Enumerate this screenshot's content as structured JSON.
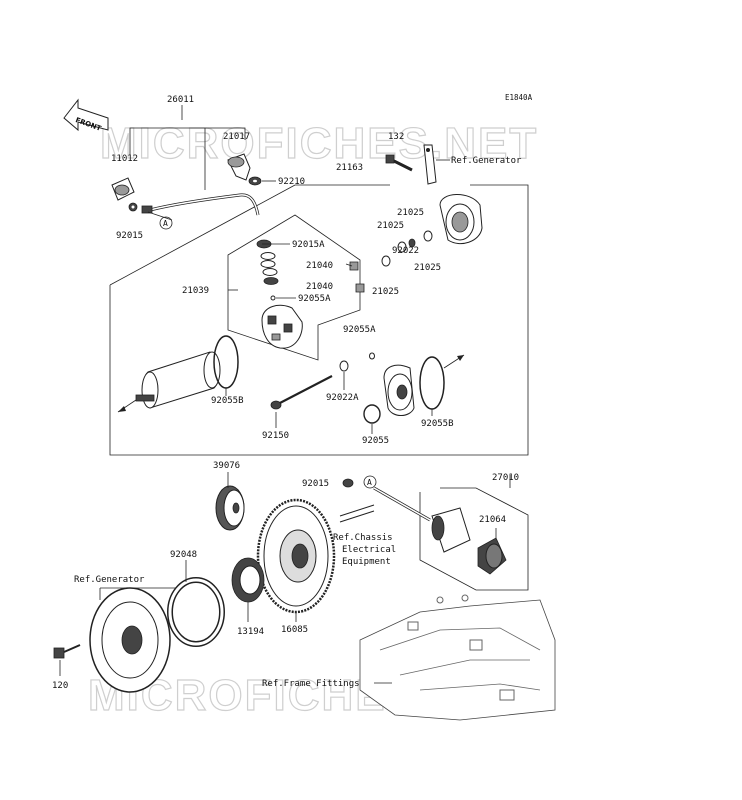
{
  "diagram_code": "E1840A",
  "front_marker": "FRONT",
  "watermark_top": "MICROFICHES.NET",
  "watermark_bottom": "MICROFICHES.NET",
  "parts": {
    "p26011": "26011",
    "p21017": "21017",
    "p11012": "11012",
    "p92210": "92210",
    "p92015_top": "92015",
    "p21163": "21163",
    "p132": "132",
    "p21025_a": "21025",
    "p21025_b": "21025",
    "p21025_c": "21025",
    "p21025_d": "21025",
    "p92022": "92022",
    "p92015A": "92015A",
    "p21040_a": "21040",
    "p21040_b": "21040",
    "p21039": "21039",
    "p92055A_a": "92055A",
    "p92055A_b": "92055A",
    "p92055B_a": "92055B",
    "p92055B_b": "92055B",
    "p92022A": "92022A",
    "p92150": "92150",
    "p92055": "92055",
    "p39076": "39076",
    "p92015_mid": "92015",
    "p27010": "27010",
    "p21064": "21064",
    "p92048": "92048",
    "p13194": "13194",
    "p16085": "16085",
    "p120": "120"
  },
  "refs": {
    "generator_top": "Ref.Generator",
    "chassis_1": "Ref.Chassis",
    "chassis_2": "Electrical",
    "chassis_3": "Equipment",
    "generator_left": "Ref.Generator",
    "frame": "Ref.Frame Fittings"
  },
  "connector_mark": "A"
}
